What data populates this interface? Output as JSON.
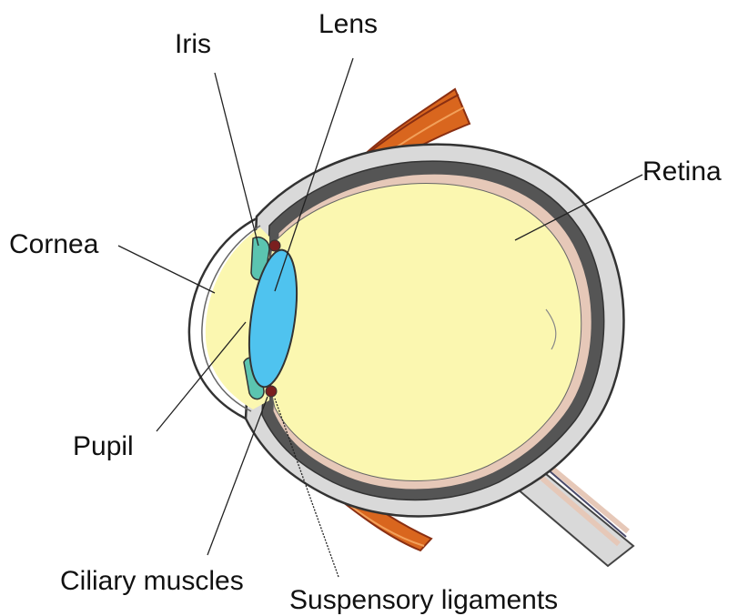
{
  "labels": {
    "iris": "Iris",
    "lens": "Lens",
    "retina": "Retina",
    "cornea": "Cornea",
    "pupil": "Pupil",
    "ciliary_muscles": "Ciliary muscles",
    "suspensory_ligaments": "Suspensory ligaments"
  },
  "colors": {
    "vitreous": "#fbf7b0",
    "lens": "#4fc3ef",
    "iris": "#5bc4b0",
    "retina": "#e6c8b8",
    "choroid": "#555555",
    "sclera": "#d9d9d9",
    "muscle": "#d9661e",
    "ciliary_body": "#7a1f1f"
  }
}
